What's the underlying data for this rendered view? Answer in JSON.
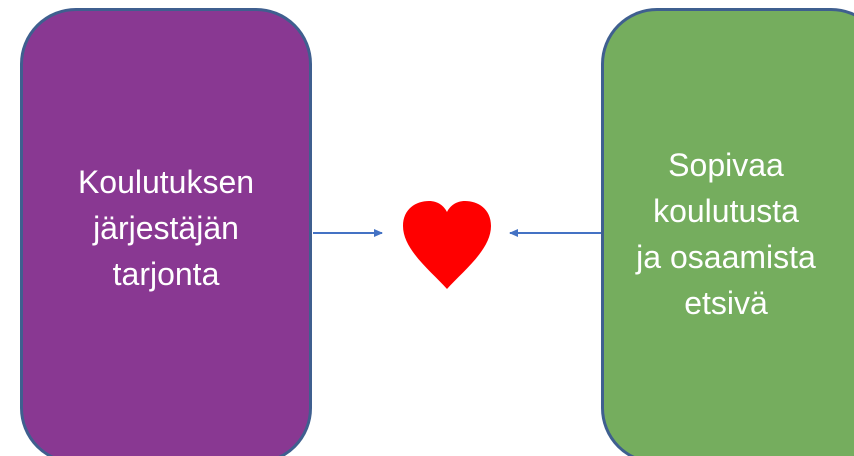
{
  "left_box": {
    "label_lines": [
      "Koulutuksen",
      "järjestäjän",
      "tarjonta"
    ],
    "fill_color": "#893892"
  },
  "right_box": {
    "label_lines": [
      "Sopivaa",
      "koulutusta",
      "ja osaamista",
      "etsivä"
    ],
    "fill_color": "#75ad5e"
  },
  "center": {
    "icon": "heart-icon",
    "color": "#ff0000"
  },
  "arrow_color": "#4472c4",
  "border_color": "#3f5f8f"
}
